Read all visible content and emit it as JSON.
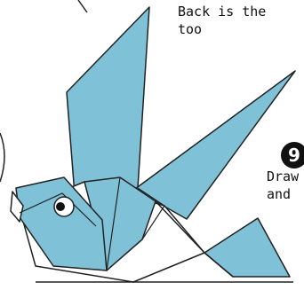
{
  "note_top": {
    "line1": "Back is the",
    "line2": "too"
  },
  "step": {
    "number": "9",
    "line1": "Draw",
    "line2": "and"
  },
  "colors": {
    "paper_blue": "#7fc2d8",
    "outline": "#222222",
    "background": "#ffffff"
  }
}
